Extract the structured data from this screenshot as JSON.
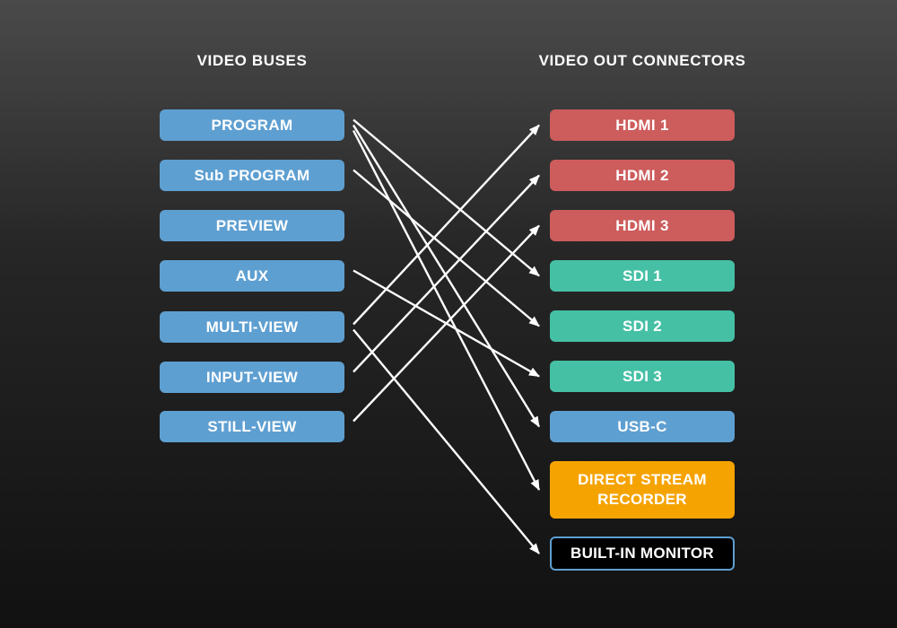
{
  "headings": {
    "buses": "VIDEO BUSES",
    "outputs": "VIDEO OUT CONNECTORS"
  },
  "buses": [
    {
      "id": "program",
      "label": "PROGRAM"
    },
    {
      "id": "sub-program",
      "label": "Sub PROGRAM"
    },
    {
      "id": "preview",
      "label": "PREVIEW"
    },
    {
      "id": "aux",
      "label": "AUX"
    },
    {
      "id": "multi-view",
      "label": "MULTI-VIEW"
    },
    {
      "id": "input-view",
      "label": "INPUT-VIEW"
    },
    {
      "id": "still-view",
      "label": "STILL-VIEW"
    }
  ],
  "outputs": [
    {
      "id": "hdmi-1",
      "label": "HDMI 1",
      "color": "#cd5c5c"
    },
    {
      "id": "hdmi-2",
      "label": "HDMI 2",
      "color": "#cd5c5c"
    },
    {
      "id": "hdmi-3",
      "label": "HDMI 3",
      "color": "#cd5c5c"
    },
    {
      "id": "sdi-1",
      "label": "SDI 1",
      "color": "#45c0a5"
    },
    {
      "id": "sdi-2",
      "label": "SDI 2",
      "color": "#45c0a5"
    },
    {
      "id": "sdi-3",
      "label": "SDI 3",
      "color": "#45c0a5"
    },
    {
      "id": "usb-c",
      "label": "USB-C",
      "color": "#5e9fd1"
    },
    {
      "id": "direct-stream-recorder",
      "label": "DIRECT STREAM RECORDER",
      "color": "#f5a300"
    },
    {
      "id": "built-in-monitor",
      "label": "BUILT-IN MONITOR",
      "color": "#000000",
      "border": "#5e9fd1"
    }
  ],
  "connections": [
    {
      "from": "program",
      "to": "sdi-1"
    },
    {
      "from": "program",
      "to": "usb-c"
    },
    {
      "from": "program",
      "to": "direct-stream-recorder"
    },
    {
      "from": "sub-program",
      "to": "sdi-2"
    },
    {
      "from": "aux",
      "to": "sdi-3"
    },
    {
      "from": "multi-view",
      "to": "hdmi-1"
    },
    {
      "from": "multi-view",
      "to": "built-in-monitor"
    },
    {
      "from": "input-view",
      "to": "hdmi-2"
    },
    {
      "from": "still-view",
      "to": "hdmi-3"
    }
  ],
  "arrow_color": "#ffffff"
}
